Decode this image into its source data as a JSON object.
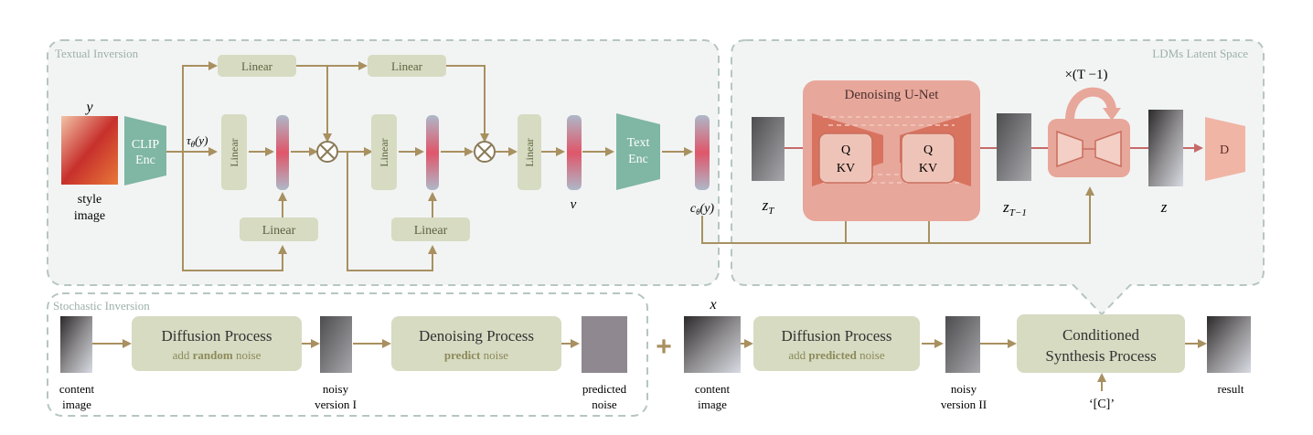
{
  "regions": {
    "textual_inversion": "Textual Inversion",
    "ldm_latent": "LDMs Latent Space",
    "stochastic_inversion": "Stochastic Inversion"
  },
  "textual": {
    "y": "y",
    "style_image": [
      "style",
      "image"
    ],
    "clip_enc": [
      "CLIP",
      "Enc"
    ],
    "tau": "τθ(y)",
    "linear": "Linear",
    "v": "v",
    "text_enc": [
      "Text",
      "Enc"
    ],
    "c": "cθ(y)"
  },
  "ldm": {
    "unet_title": "Denoising U-Net",
    "q": "Q",
    "kv": "KV",
    "loop": "×(T −1)",
    "zT": "zT",
    "zT1": "zT−1",
    "z": "z",
    "decoder": "D"
  },
  "stochastic": {
    "content_image": [
      "content",
      "image"
    ],
    "diffusion_title": "Diffusion Process",
    "diffusion_sub_pre": "add ",
    "diffusion_sub_bold": "random",
    "diffusion_sub_post": " noise",
    "noisy_1": [
      "noisy",
      "version I"
    ],
    "denoising_title": "Denoising Process",
    "denoising_sub_bold": "predict",
    "denoising_sub_post": " noise",
    "predicted_noise": [
      "predicted",
      "noise"
    ]
  },
  "synthesis": {
    "plus": "+",
    "x": "x",
    "content_image": [
      "content",
      "image"
    ],
    "diffusion_title": "Diffusion Process",
    "diffusion_sub_pre": "add ",
    "diffusion_sub_bold": "predicted",
    "diffusion_sub_post": " noise",
    "noisy_2": [
      "noisy",
      "version II"
    ],
    "conditioned": [
      "Conditioned",
      "Synthesis Process"
    ],
    "token": "‘[C]’",
    "result": "result"
  },
  "colors": {
    "arrow": "#a89060",
    "green_box": "#d6dbc2",
    "green_text": "#5e6440",
    "sub_text": "#8e8a5a",
    "teal": "#7fb6a4",
    "pink": "#f0c7bb",
    "unet_bg": "#e8a79b",
    "dashed": "#b6c6c2"
  }
}
